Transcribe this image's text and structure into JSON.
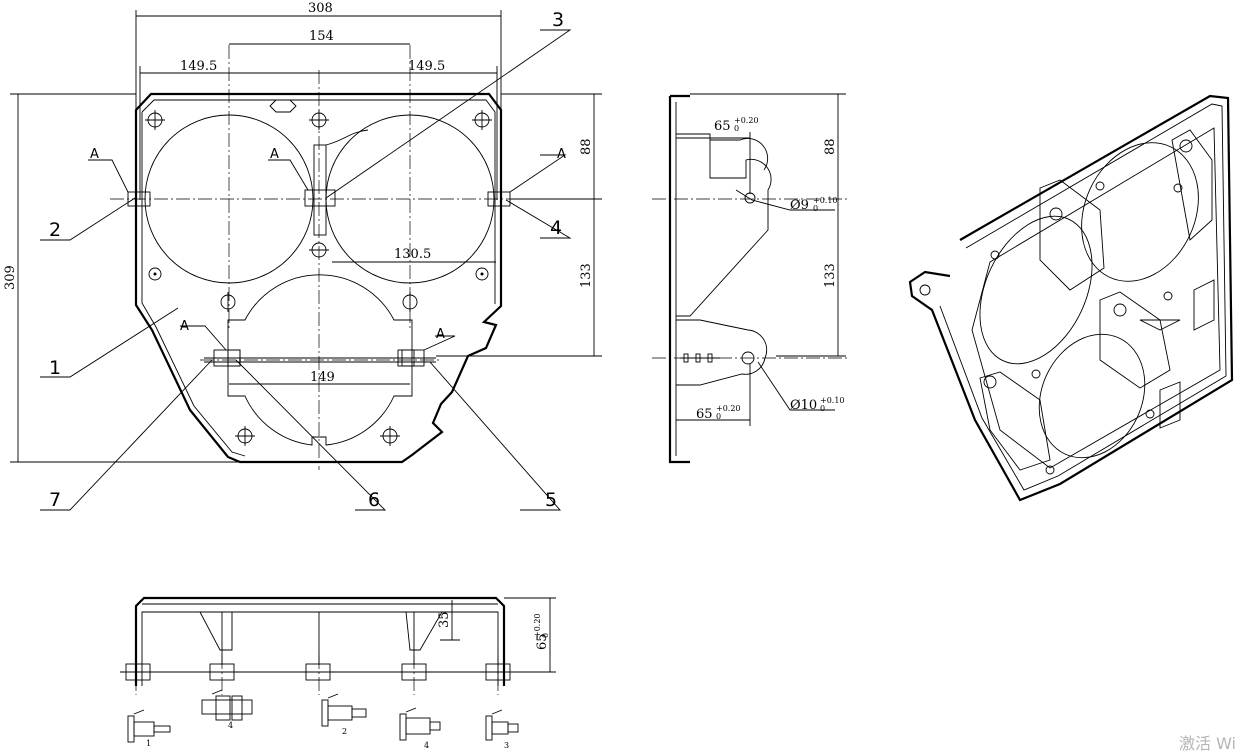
{
  "front_view": {
    "dims": {
      "overall_width": "308",
      "inner_width": "154",
      "left_offset": "149.5",
      "right_offset": "149.5",
      "overall_height": "309",
      "upper_height": "88",
      "lower_height": "133",
      "hole_offset": "130.5",
      "rod_span": "149"
    },
    "section_label": "A",
    "callouts": [
      "1",
      "2",
      "3",
      "4",
      "5",
      "6",
      "7"
    ]
  },
  "side_view": {
    "dims": {
      "upper_offset": "65",
      "upper_offset_tol": "+0.20",
      "upper_offset_tol_low": "0",
      "hole_small": "Ø9",
      "hole_small_tol": "+0.10",
      "hole_small_tol_low": "0",
      "hole_large": "Ø10",
      "hole_large_tol": "+0.10",
      "hole_large_tol_low": "0",
      "lower_offset": "65",
      "lower_offset_tol": "+0.20",
      "lower_offset_tol_low": "0",
      "upper_height": "88",
      "lower_height": "133"
    }
  },
  "bottom_view": {
    "dims": {
      "bracket_height": "35",
      "total_height": "65",
      "total_height_tol": "+0.20",
      "total_height_tol_low": "0"
    },
    "detail_marks": [
      "1",
      "4",
      "2",
      "4",
      "3"
    ]
  },
  "watermark": "激活 Wi"
}
